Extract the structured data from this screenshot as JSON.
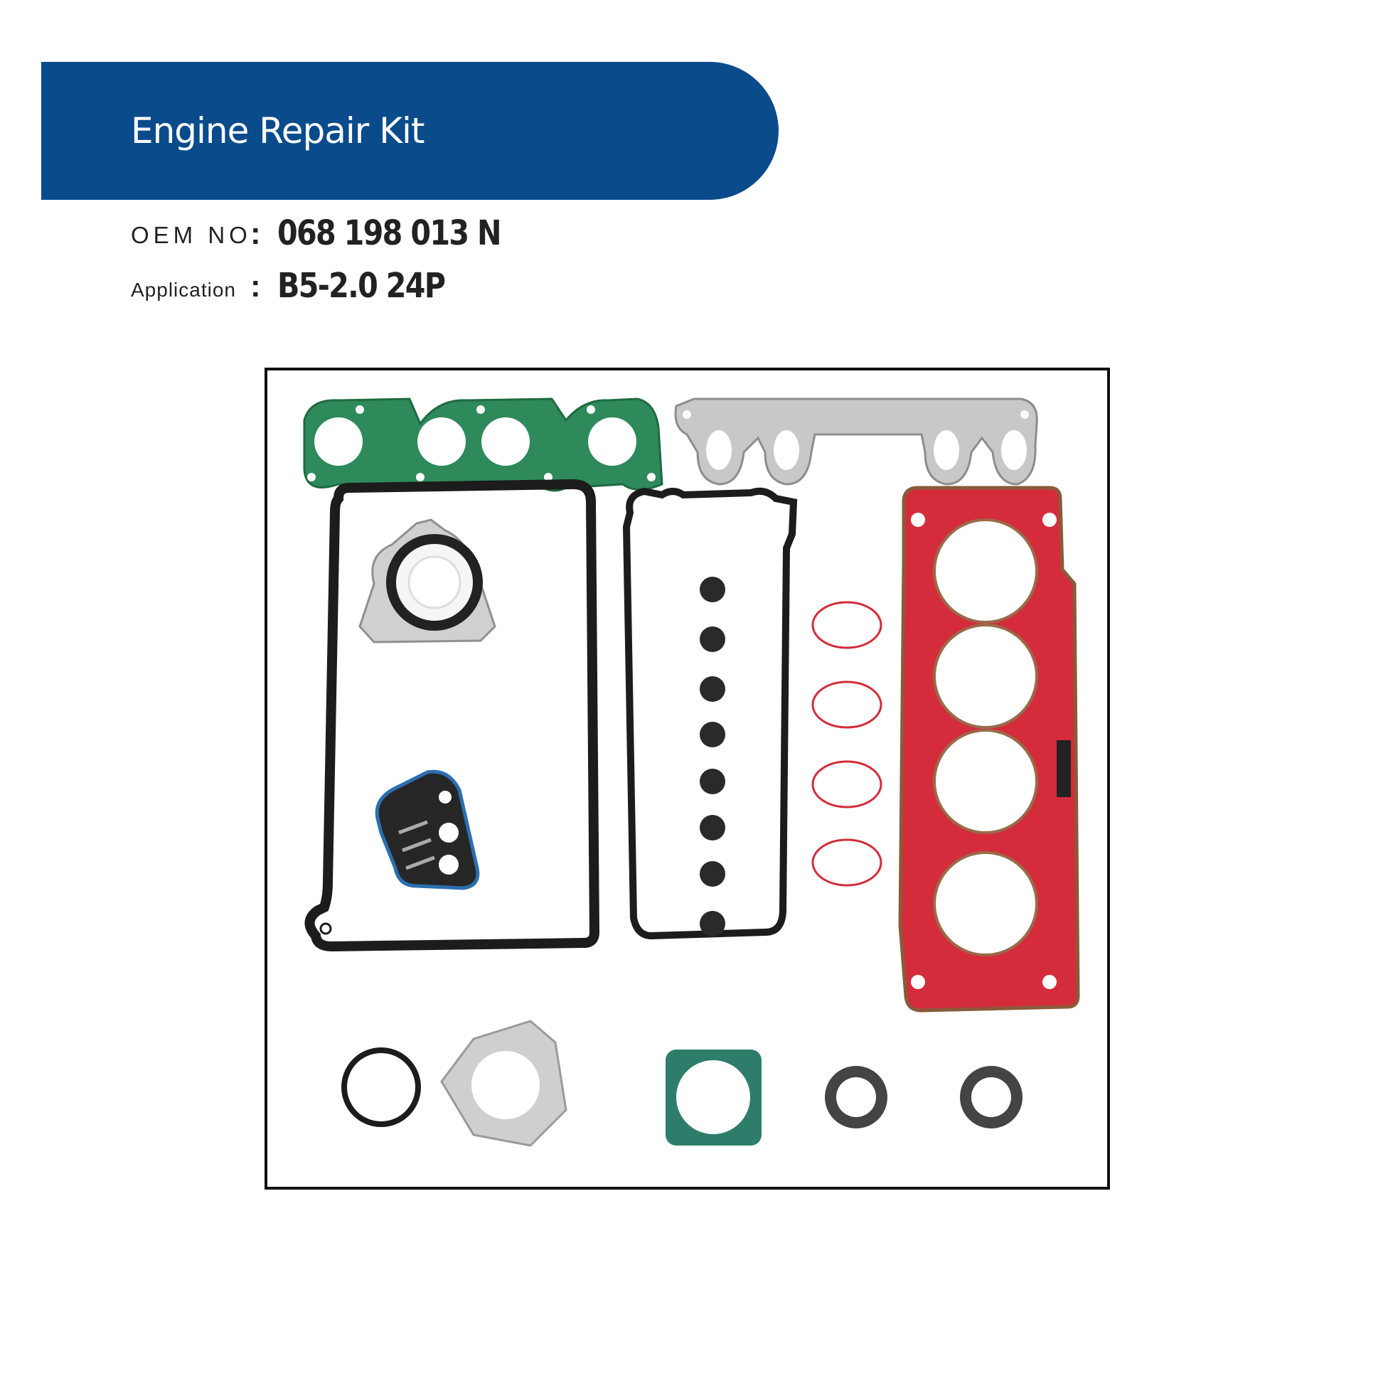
{
  "banner": {
    "title": "Engine Repair Kit",
    "color": "#0a4b8c"
  },
  "specs": {
    "oem_label": "OEM NO",
    "oem_value": "068 198 013 N",
    "application_label": "Application",
    "application_value": "B5-2.0 24P",
    "separator": ":"
  },
  "colors": {
    "green_gasket": "#2e8a5a",
    "silver_gasket": "#c8c8c8",
    "black_gasket": "#1c1c1c",
    "red_gasket": "#d42c3a",
    "blue_gasket": "#2a6fb0"
  }
}
